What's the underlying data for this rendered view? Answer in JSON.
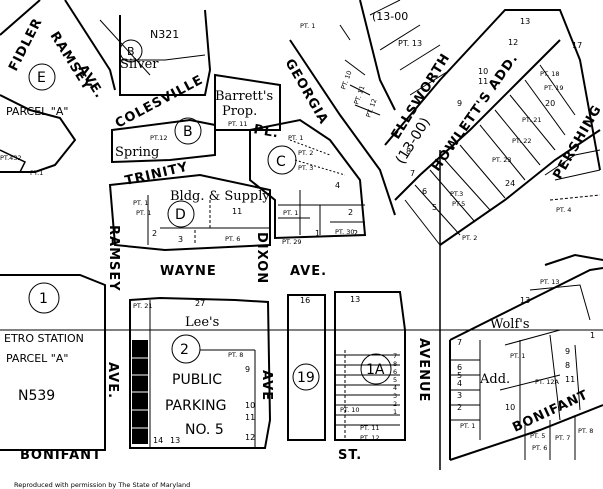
{
  "streets": {
    "fidler": "FIDLER",
    "ramsey_top": "RAMSEY",
    "ave_top": "AVE.",
    "colesville": "COLESVILLE",
    "georgia": "GEORGIA",
    "ellsworth": "ELLSWORTH",
    "pershing": "PERSHING",
    "trinity": "TRINITY",
    "pl": "PL.",
    "ramsey_left": "RAMSEY",
    "dixon": "DIXON",
    "wayne": "WAYNE",
    "ave_mid": "AVE.",
    "ave_left": "AVE.",
    "ave_parking": "AVE",
    "avenue": "AVENUE",
    "bonifant_left": "BONIFANT",
    "st": "ST.",
    "bonifant_right": "BONIFANT"
  },
  "parcels": {
    "e": "E",
    "b_top": "B",
    "b_mid": "B",
    "c": "C",
    "d": "D",
    "one": "1",
    "two": "2",
    "nineteen": "19",
    "one_a": "1A",
    "parcel_a_top": "PARCEL \"A\"",
    "n321": "N321",
    "silver": "Silver",
    "barretts_1": "Barrett's",
    "barretts_2": "Prop.",
    "pt11_barrett": "PT. 11",
    "spring": "Spring",
    "pt12_spring": "PT.12",
    "bldg": "Bldg. & Supply",
    "metro_station": "ETRO STATION",
    "parcel_a_left": "PARCEL \"A\"",
    "n539": "N539",
    "lees": "Lee's",
    "public": "PUBLIC",
    "parking": "PARKING",
    "no5": "NO. 5",
    "howletts": "HOWLETT'S ADD.",
    "wolfs": "Wolf's",
    "add": "Add.",
    "label_13_00": "(13-00)",
    "label_13_00_top": "(13-00",
    "pt432": "PT.432",
    "pt1_left": "PT.1"
  },
  "lots": {
    "l27": "27",
    "l21": "PT. 21",
    "l3": "3",
    "l2": "2",
    "l1_pt": "PT. 1",
    "l11": "11",
    "l6": "PT. 6",
    "l4": "4",
    "l13_g": "13",
    "l16": "16",
    "l13_b": "13",
    "l9": "9",
    "l10": "10",
    "l11b": "11",
    "l12": "12",
    "l14": "14",
    "l13_c": "13",
    "pt8": "PT. 8",
    "pt1_gen": "PT. 1",
    "pt2": "PT. 2",
    "pt3": "PT. 3",
    "pt29": "PT. 29",
    "pt30": "PT. 30",
    "pt1_b": "PT. 1",
    "pt1_top": "PT. 1",
    "pt13_top": "PT. 13",
    "pt10": "PT. 10",
    "pt11": "PT. 11",
    "pt12": "PT. 12",
    "l13_r": "13",
    "l12_r": "12",
    "l17": "17",
    "l10_r": "10",
    "l11_r": "11",
    "pt18": "PT. 18",
    "pt19": "PT. 19",
    "l20": "20",
    "pt21": "PT. 21",
    "pt22": "PT. 22",
    "pt23": "PT. 23",
    "l24": "24",
    "l7": "7",
    "l6_r": "6",
    "l5": "5",
    "pt3_r": "PT.3",
    "pt5": "PT.5",
    "pt2_r": "PT. 2",
    "l8": "8",
    "l9_r": "9",
    "pt4": "PT. 4",
    "w13": "13",
    "w7": "7",
    "w6": "6",
    "w5": "5",
    "w4": "4",
    "w3": "3",
    "w2": "2",
    "pt1_w": "PT. 1",
    "pt1_w2": "PT. 1",
    "pt12a": "PT. 12A",
    "pt13": "PT. 13",
    "l10_w": "10",
    "l9_w": "9",
    "l8_w": "8",
    "l11_w": "11",
    "l1_w": "1",
    "pt5_b": "PT. 5",
    "pt6_b": "PT. 6",
    "pt7_b": "PT. 7",
    "pt8_b": "PT. 8",
    "l7_a": "7",
    "l8_a": "8",
    "l6_a": "6",
    "l5_a": "5",
    "l4_a": "4",
    "l3_a": "3",
    "l2_a": "2",
    "l1_a": "1",
    "pt10_a": "PT. 10",
    "pt11_a": "PT. 11",
    "pt12_a": "PT. 12",
    "l1_d": "1",
    "l2_d": "2",
    "l3_d": "3",
    "pt1_d": "PT. 1"
  },
  "footer": {
    "credit": "Reproduced with permission by The State of Maryland"
  }
}
